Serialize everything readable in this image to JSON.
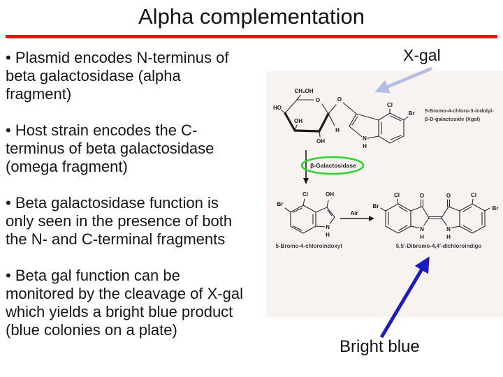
{
  "title": "Alpha complementation",
  "bullets": {
    "p1": [
      "• Plasmid encodes N-terminus of",
      "beta galactosidase (alpha",
      "fragment)"
    ],
    "p2": [
      "• Host strain encodes the C-",
      "terminus of beta galactosidase",
      "(omega fragment)"
    ],
    "p3": [
      "• Beta galactosidase function is",
      "only seen in the presence of both",
      "the N- and C-terminal fragments"
    ],
    "p4": [
      "• Beta gal function can be",
      "monitored by the cleavage of X-gal",
      "which yields a bright blue product",
      "(blue colonies on a plate)"
    ]
  },
  "annotations": {
    "xgal": "X-gal",
    "bright_blue": "Bright blue"
  },
  "diagram": {
    "substrate_line1": "5-Bromo-4-chloro-3-indolyl-",
    "substrate_line2": "β-D-galactoside (Xgal)",
    "enzyme": "β-Galactosidase",
    "air": "Air",
    "intermediate": "5-Bromo-4-chloroindoxyl",
    "product": "5,5'-Dibromo-4,4'-dichloroindigo",
    "galactose": {
      "ch2oh": "CH₂OH",
      "ho": "HO",
      "oh_axial": "OH",
      "oh_bottom": "OH",
      "o_ring": "O",
      "o_glycosidic": "O",
      "h": "H"
    },
    "indolyl": {
      "cl": "Cl",
      "br": "Br",
      "n": "N",
      "h": "H"
    },
    "indoxyl": {
      "cl": "Cl",
      "oh": "OH",
      "br": "Br",
      "n": "N",
      "h": "H"
    },
    "indigo": {
      "cl_left": "Cl",
      "o_left": "O",
      "o_right": "O",
      "cl_right": "Cl",
      "br_left": "Br",
      "br_right": "Br",
      "n_left": "N",
      "h_left": "H",
      "n_right": "N",
      "h_right": "H"
    }
  },
  "colors": {
    "divider_red": "#ee1111",
    "xgal_arrow": "#b6bae7",
    "enzyme_ellipse": "#2fd32f",
    "bright_blue_arrow": "#1b1bc2",
    "figure_background": "#f8f3f0"
  }
}
